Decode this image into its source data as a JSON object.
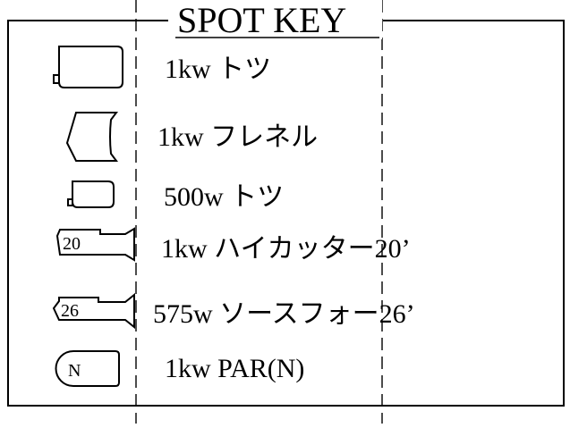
{
  "key": {
    "title": "SPOT KEY",
    "entries": [
      {
        "symbol": "fresnel-lamp-small-icon",
        "label": "1kw トツ"
      },
      {
        "symbol": "fresnel-lamp-flared-icon",
        "label": "1kw フレネル"
      },
      {
        "symbol": "fresnel-lamp-500w-icon",
        "label": "500w トツ"
      },
      {
        "symbol": "profile-spot-20-icon",
        "number": "20",
        "label": "1kw ハイカッター20’"
      },
      {
        "symbol": "profile-spot-26-icon",
        "number": "26",
        "label": "575w ソースフォー26’"
      },
      {
        "symbol": "par-can-icon",
        "number": "N",
        "label": "1kw PAR(N)"
      }
    ]
  }
}
